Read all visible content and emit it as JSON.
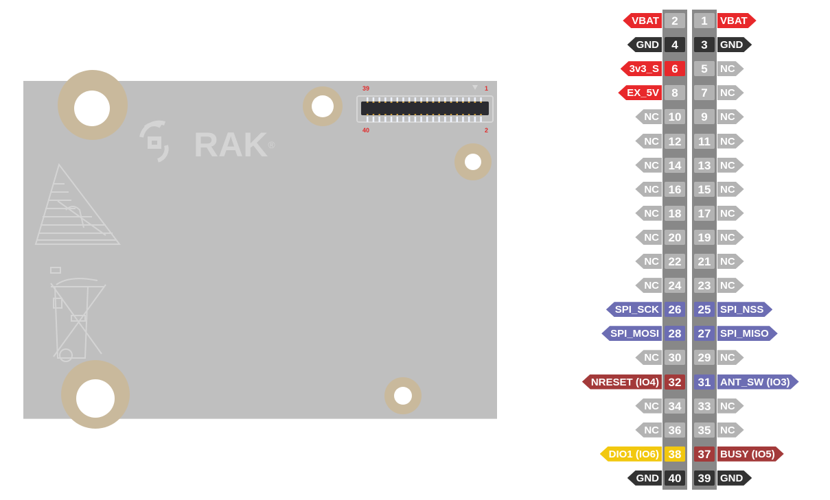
{
  "board": {
    "logo_text": "RAK",
    "logo_mark": "®",
    "connector_labels": {
      "top_left": "39",
      "top_right": "1",
      "bottom_left": "40",
      "bottom_right": "2"
    }
  },
  "colors": {
    "power": "#e8282b",
    "ground": "#333333",
    "nc": "#b3b3b3",
    "spi": "#6c6db3",
    "control": "#a33a3a",
    "dio": "#f2c80f",
    "board": "#bfbfbf",
    "pad": "#c9b99c"
  },
  "pins": [
    {
      "left": {
        "pin": "2",
        "label": "VBAT",
        "type": "power",
        "numtype": "nc"
      },
      "right": {
        "pin": "1",
        "label": "VBAT",
        "type": "power",
        "numtype": "nc"
      }
    },
    {
      "left": {
        "pin": "4",
        "label": "GND",
        "type": "ground",
        "numtype": "ground"
      },
      "right": {
        "pin": "3",
        "label": "GND",
        "type": "ground",
        "numtype": "ground"
      }
    },
    {
      "left": {
        "pin": "6",
        "label": "3v3_S",
        "type": "power",
        "numtype": "power"
      },
      "right": {
        "pin": "5",
        "label": "NC",
        "type": "nc",
        "numtype": "nc"
      }
    },
    {
      "left": {
        "pin": "8",
        "label": "EX_5V",
        "type": "power",
        "numtype": "nc"
      },
      "right": {
        "pin": "7",
        "label": "NC",
        "type": "nc",
        "numtype": "nc"
      }
    },
    {
      "left": {
        "pin": "10",
        "label": "NC",
        "type": "nc",
        "numtype": "nc"
      },
      "right": {
        "pin": "9",
        "label": "NC",
        "type": "nc",
        "numtype": "nc"
      }
    },
    {
      "left": {
        "pin": "12",
        "label": "NC",
        "type": "nc",
        "numtype": "nc"
      },
      "right": {
        "pin": "11",
        "label": "NC",
        "type": "nc",
        "numtype": "nc"
      }
    },
    {
      "left": {
        "pin": "14",
        "label": "NC",
        "type": "nc",
        "numtype": "nc"
      },
      "right": {
        "pin": "13",
        "label": "NC",
        "type": "nc",
        "numtype": "nc"
      }
    },
    {
      "left": {
        "pin": "16",
        "label": "NC",
        "type": "nc",
        "numtype": "nc"
      },
      "right": {
        "pin": "15",
        "label": "NC",
        "type": "nc",
        "numtype": "nc"
      }
    },
    {
      "left": {
        "pin": "18",
        "label": "NC",
        "type": "nc",
        "numtype": "nc"
      },
      "right": {
        "pin": "17",
        "label": "NC",
        "type": "nc",
        "numtype": "nc"
      }
    },
    {
      "left": {
        "pin": "20",
        "label": "NC",
        "type": "nc",
        "numtype": "nc"
      },
      "right": {
        "pin": "19",
        "label": "NC",
        "type": "nc",
        "numtype": "nc"
      }
    },
    {
      "left": {
        "pin": "22",
        "label": "NC",
        "type": "nc",
        "numtype": "nc"
      },
      "right": {
        "pin": "21",
        "label": "NC",
        "type": "nc",
        "numtype": "nc"
      }
    },
    {
      "left": {
        "pin": "24",
        "label": "NC",
        "type": "nc",
        "numtype": "nc"
      },
      "right": {
        "pin": "23",
        "label": "NC",
        "type": "nc",
        "numtype": "nc"
      }
    },
    {
      "left": {
        "pin": "26",
        "label": "SPI_SCK",
        "type": "spi",
        "numtype": "spi"
      },
      "right": {
        "pin": "25",
        "label": "SPI_NSS",
        "type": "spi",
        "numtype": "spi"
      }
    },
    {
      "left": {
        "pin": "28",
        "label": "SPI_MOSI",
        "type": "spi",
        "numtype": "spi"
      },
      "right": {
        "pin": "27",
        "label": "SPI_MISO",
        "type": "spi",
        "numtype": "spi"
      }
    },
    {
      "left": {
        "pin": "30",
        "label": "NC",
        "type": "nc",
        "numtype": "nc"
      },
      "right": {
        "pin": "29",
        "label": "NC",
        "type": "nc",
        "numtype": "nc"
      }
    },
    {
      "left": {
        "pin": "32",
        "label": "NRESET (IO4)",
        "type": "control",
        "numtype": "control"
      },
      "right": {
        "pin": "31",
        "label": "ANT_SW (IO3)",
        "type": "spi",
        "numtype": "spi"
      }
    },
    {
      "left": {
        "pin": "34",
        "label": "NC",
        "type": "nc",
        "numtype": "nc"
      },
      "right": {
        "pin": "33",
        "label": "NC",
        "type": "nc",
        "numtype": "nc"
      }
    },
    {
      "left": {
        "pin": "36",
        "label": "NC",
        "type": "nc",
        "numtype": "nc"
      },
      "right": {
        "pin": "35",
        "label": "NC",
        "type": "nc",
        "numtype": "nc"
      }
    },
    {
      "left": {
        "pin": "38",
        "label": "DIO1 (IO6)",
        "type": "dio",
        "numtype": "dio"
      },
      "right": {
        "pin": "37",
        "label": "BUSY (IO5)",
        "type": "control",
        "numtype": "control"
      }
    },
    {
      "left": {
        "pin": "40",
        "label": "GND",
        "type": "ground",
        "numtype": "ground"
      },
      "right": {
        "pin": "39",
        "label": "GND",
        "type": "ground",
        "numtype": "ground"
      }
    }
  ]
}
